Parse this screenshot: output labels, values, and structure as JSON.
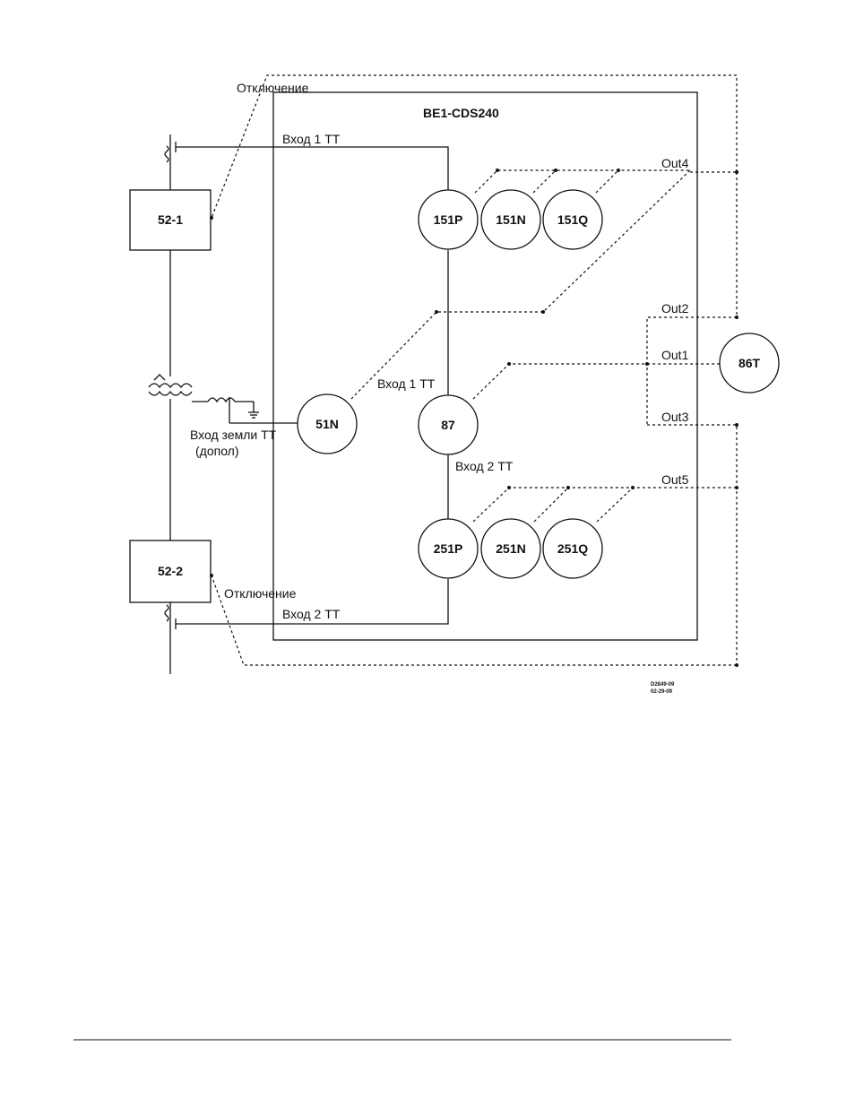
{
  "diagram": {
    "title": "BE1-CDS240",
    "breakers": {
      "b1": "52-1",
      "b2": "52-2"
    },
    "relays": {
      "r151p": "151P",
      "r151n": "151N",
      "r151q": "151Q",
      "r51n": "51N",
      "r87": "87",
      "r251p": "251P",
      "r251n": "251N",
      "r251q": "251Q",
      "r86t": "86T"
    },
    "labels": {
      "trip_top": "Отключение",
      "trip_bottom": "Отключение",
      "ct1_top": "Вход 1 ТТ",
      "ct1_mid": "Вход 1 ТТ",
      "ct2_mid": "Вход 2 ТТ",
      "ct2_bottom": "Вход 2 ТТ",
      "ground_ct_1": "Вход земли ТТ",
      "ground_ct_2": "(допол)"
    },
    "outputs": {
      "out1": "Out1",
      "out2": "Out2",
      "out3": "Out3",
      "out4": "Out4",
      "out5": "Out5"
    },
    "drawing_code": {
      "line1": "D2849-09",
      "line2": "02-29-09"
    }
  }
}
